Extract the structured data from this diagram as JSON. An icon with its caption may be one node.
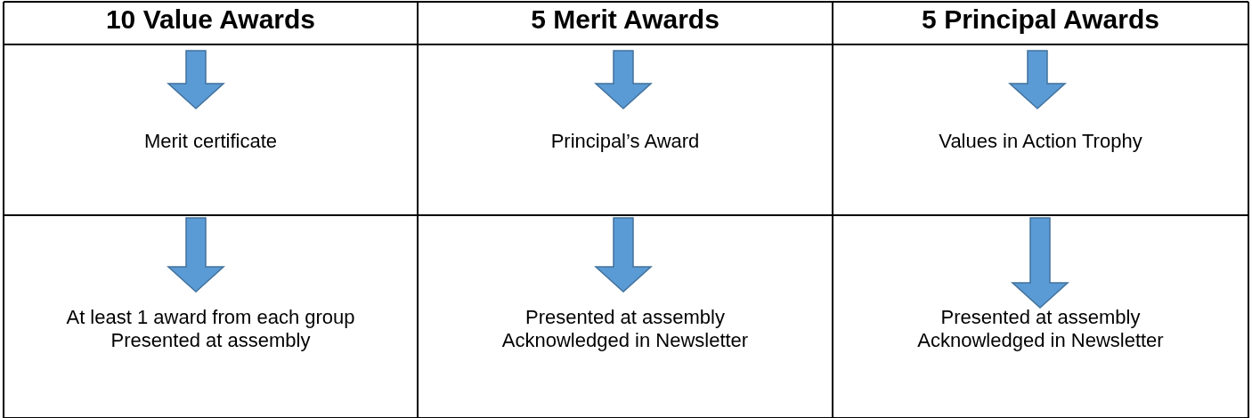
{
  "diagram": {
    "nodes": [
      {
        "text": [
          "10 Value Awards"
        ]
      },
      {
        "text": [
          "5 Merit Awards"
        ]
      },
      {
        "text": [
          "5 Principal Awards"
        ]
      },
      {
        "text": [
          "Merit certificate"
        ]
      },
      {
        "text": [
          "Principal’s Award"
        ]
      },
      {
        "text": [
          "Values in Action Trophy"
        ]
      },
      {
        "text": [
          "At least 1 award from each group",
          "Presented at assembly"
        ]
      },
      {
        "text": [
          "Presented at assembly",
          "Acknowledged in Newsletter"
        ]
      },
      {
        "text": [
          "Presented at assembly",
          "Acknowledged in Newsletter"
        ]
      }
    ],
    "edges": [
      {
        "from": 0,
        "to": 3,
        "arrow": "to",
        "style": "thick"
      },
      {
        "from": 1,
        "to": 4,
        "arrow": "to",
        "style": "thick"
      },
      {
        "from": 2,
        "to": 5,
        "arrow": "to",
        "style": "thick"
      },
      {
        "from": 3,
        "to": 6,
        "arrow": "to",
        "style": "thick"
      },
      {
        "from": 4,
        "to": 7,
        "arrow": "to",
        "style": "thick"
      },
      {
        "from": 5,
        "to": 8,
        "arrow": "to",
        "style": "thick"
      }
    ]
  }
}
